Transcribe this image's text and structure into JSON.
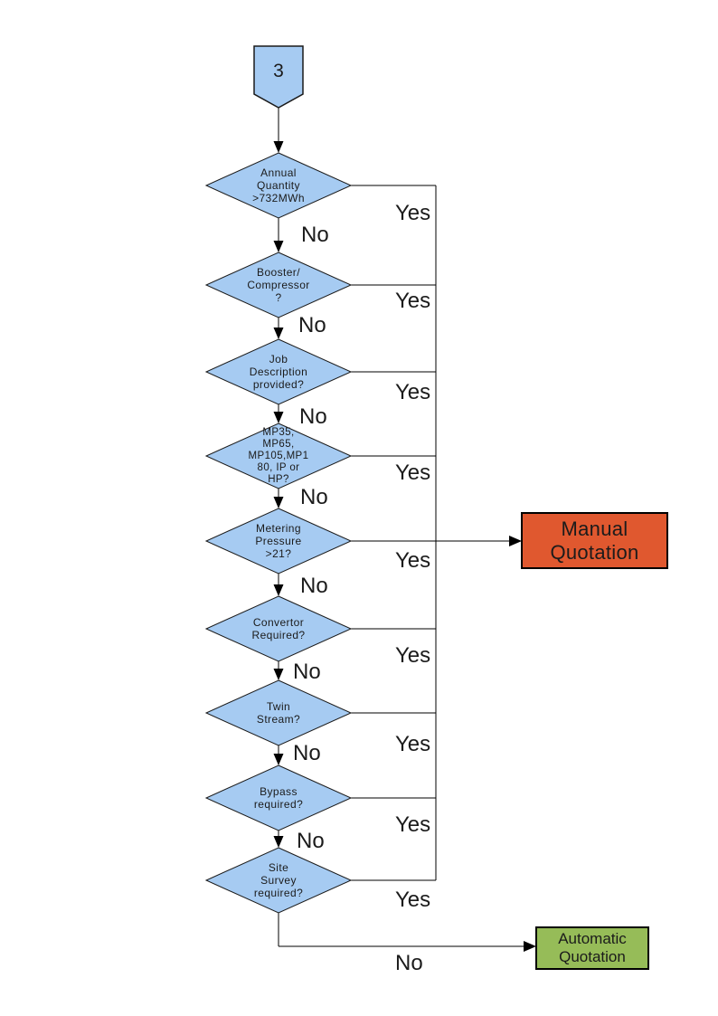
{
  "colors": {
    "page-bg": "#ffffff",
    "node-fill": "#A6CBF2",
    "node-stroke": "#1a1a1a",
    "line": "#000000",
    "text": "#1b1b1b",
    "manual-fill": "#E0582F",
    "automatic-fill": "#96BC58"
  },
  "connector": {
    "label": "3"
  },
  "decisions": [
    "Annual\nQuantity\n>732MWh",
    "Booster/\nCompressor\n?",
    "Job\nDescription\nprovided?",
    "MP35,\nMP65,\nMP105,MP1\n80, IP or\nHP?",
    "Metering\nPressure\n>21?",
    "Convertor\nRequired?",
    "Twin\nStream?",
    "Bypass\nrequired?",
    "Site\nSurvey\nrequired?"
  ],
  "edge_labels": {
    "yes": "Yes",
    "no": "No"
  },
  "outcomes": {
    "manual": "Manual\nQuotation",
    "automatic": "Automatic\nQuotation"
  }
}
